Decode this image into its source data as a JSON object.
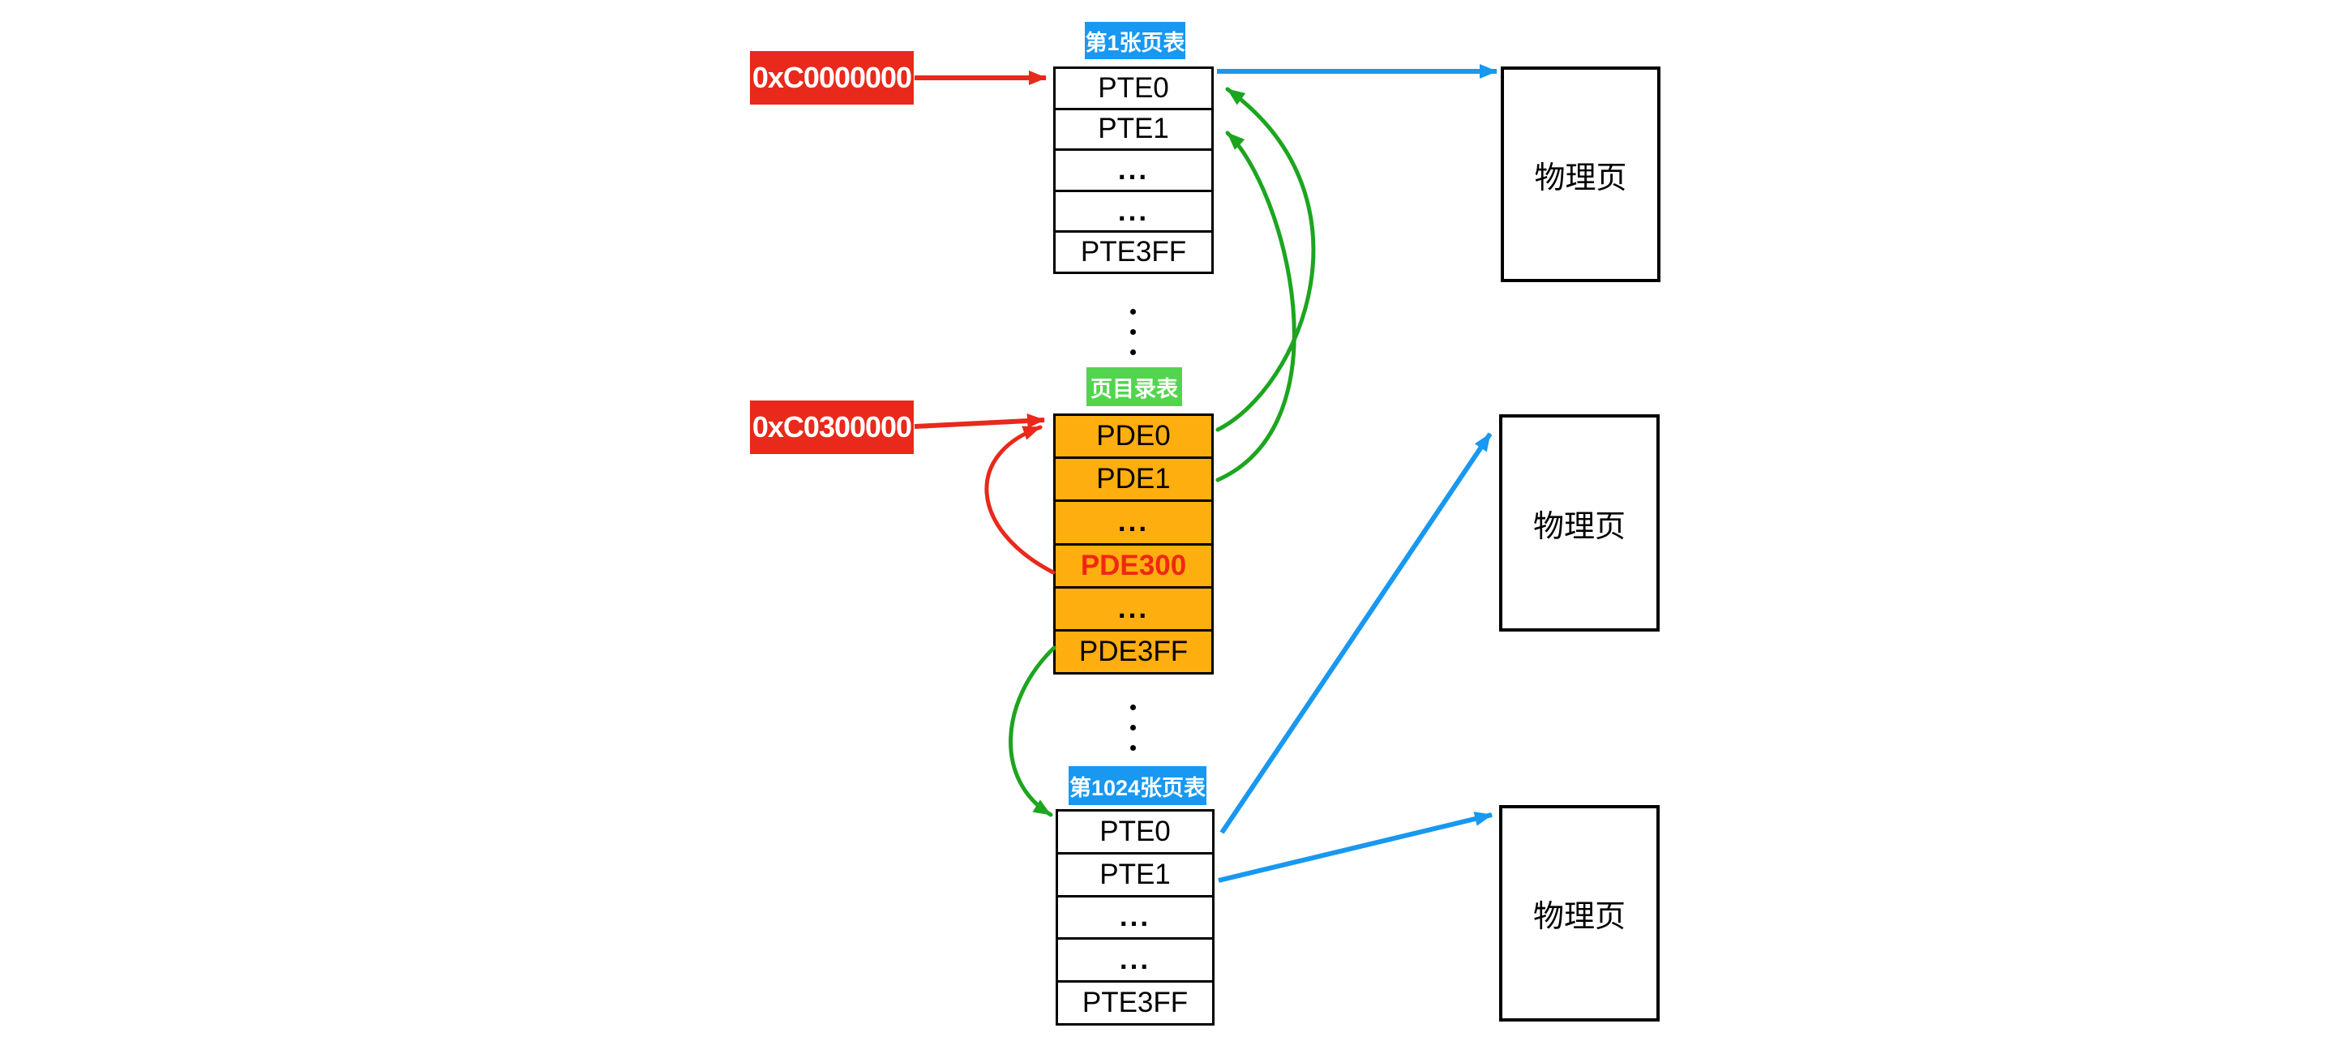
{
  "diagram": {
    "addresses": [
      {
        "value": "0xC0000000"
      },
      {
        "value": "0xC0300000"
      }
    ],
    "page_tables": {
      "first": {
        "title": "第1张页表",
        "rows": [
          "PTE0",
          "PTE1",
          "...",
          "...",
          "PTE3FF"
        ]
      },
      "directory": {
        "title": "页目录表",
        "rows": [
          "PDE0",
          "PDE1",
          "...",
          "PDE300",
          "...",
          "PDE3FF"
        ],
        "highlighted_row": "PDE300"
      },
      "last": {
        "title": "第1024张页表",
        "rows": [
          "PTE0",
          "PTE1",
          "...",
          "...",
          "PTE3FF"
        ]
      }
    },
    "physical_pages": [
      {
        "label": "物理页"
      },
      {
        "label": "物理页"
      },
      {
        "label": "物理页"
      }
    ],
    "vertical_ellipsis": "⋮",
    "colors": {
      "address_box_red": "#E8291C",
      "arrow_red": "#E8291C",
      "arrow_green": "#1DA51F",
      "arrow_blue": "#1898F0",
      "label_blue": "#1898F0",
      "label_green": "#53D44F",
      "table_orange": "#FFAE0F",
      "highlight_text_red": "#F02715"
    }
  }
}
